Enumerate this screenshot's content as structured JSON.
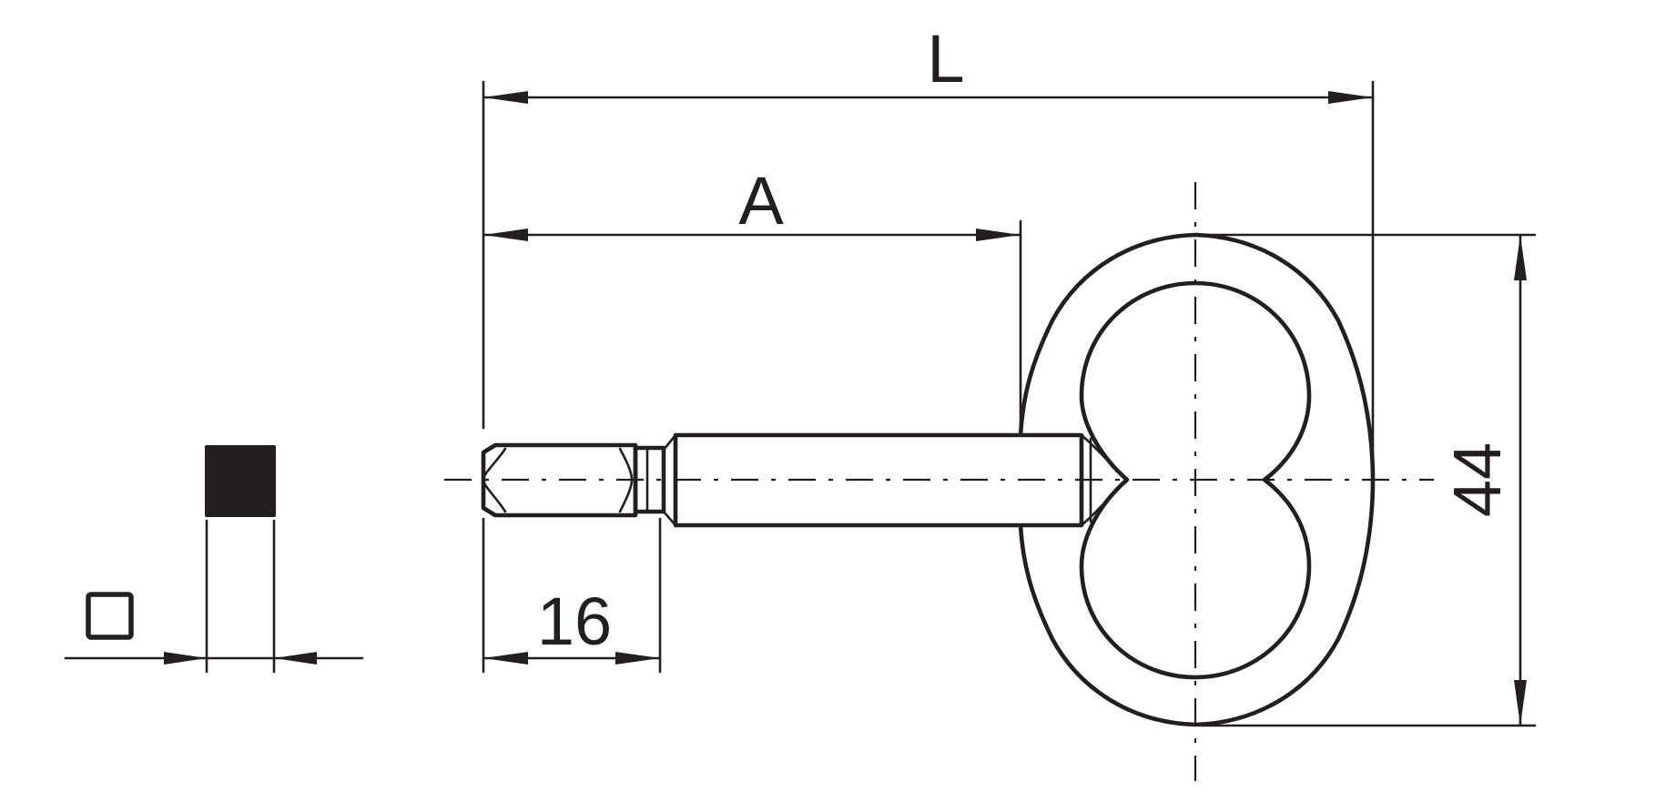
{
  "labels": {
    "length": "L",
    "length_a": "A",
    "tip_length": "16",
    "bow_height": "44",
    "square_symbol": "□"
  },
  "colors": {
    "line": "#231f20",
    "background": "#ffffff",
    "square_fill": "#231f20"
  }
}
